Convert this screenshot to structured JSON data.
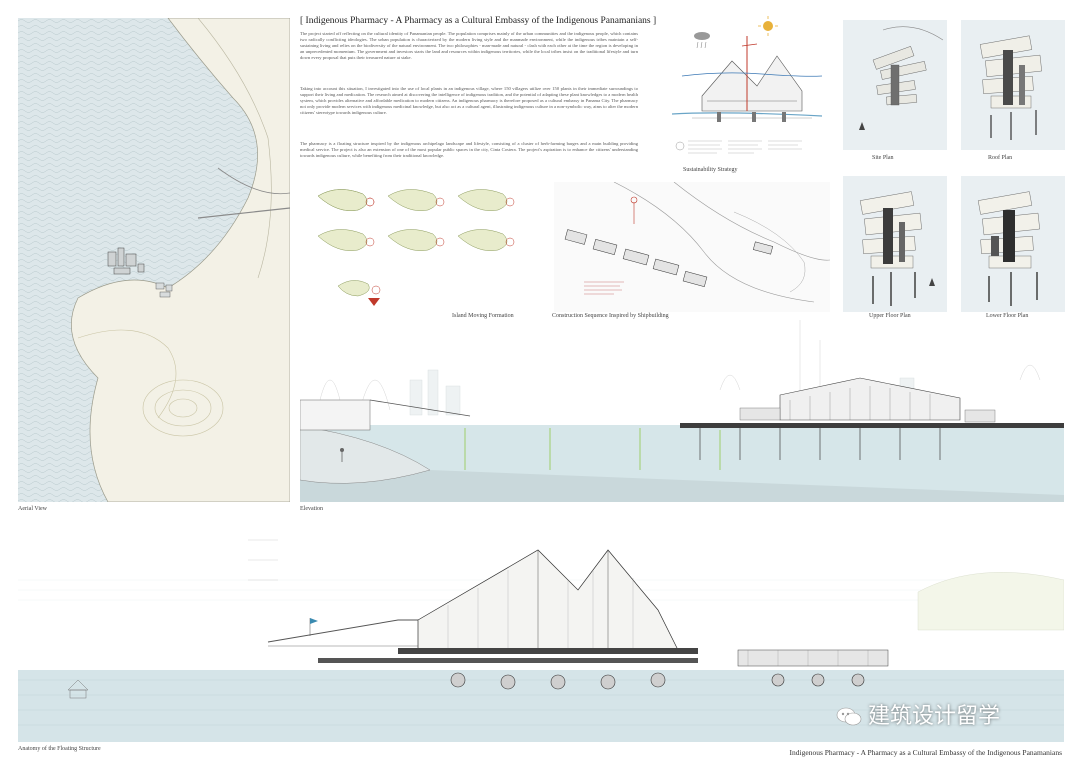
{
  "board": {
    "title": "[ Indigenous Pharmacy - A Pharmacy as a Cultural Embassy of the Indigenous Panamanians ]",
    "paragraphs": [
      "The project started off reflecting on the cultural identity of Panamanian people. The population comprises mainly of the urban communities and the indigenous people, which contains two radically conflicting ideologies. The urban population is characterized by the modern living style and the manmade environment, while the indigenous tribes maintain a self-sustaining living and relies on the biodiversity of the natural environment. The two philosophies - man-made and natural - clash with each other at the time the region is developing in an unprecedented momentum. The government and investors starts the land and resources within indigenous territories, while the local tribes insist on the traditional lifestyle and turn down every proposal that puts their treasured nature at stake.",
      "Taking into account this situation, I investigated into the use of local plants in an indigenous village, where 150 villagers utilize over 150 plants in their immediate surroundings to support their living and medication. The research aimed at discovering the intelligence of indigenous tradition, and the potential of adapting these plant knowledges to a modern health system, which provides alternative and affordable medication to modern citizens. An indigenous pharmacy is therefore proposed as a cultural embassy in Panama City. The pharmacy not only provide modern services with indigenous medicinal knowledge, but also act as a cultural agent, illustrating indigenous culture in a non-symbolic way, aims to alter the modern citizens' stereotype towards indigenous culture.",
      "The pharmacy is a floating structure inspired by the indigenous archipelago landscape and lifestyle, consisting of a cluster of herb-farming barges and a main building providing medical service. The project is also an extension of one of the most popular public spaces in the city, Cinta Costera. The project's aspiration is to enhance the citizens' understanding towards indigenous culture, while benefiting from their traditional knowledge."
    ],
    "captions": {
      "aerial": "Aerial View",
      "sustainability": "Sustainability Strategy",
      "site_plan": "Site Plan",
      "roof_plan": "Roof Plan",
      "island": "Island Moving Formation",
      "construction": "Construction Sequence Inspired by Shipbuilding",
      "upper_floor": "Upper Floor Plan",
      "lower_floor": "Lower Floor Plan",
      "elevation": "Elevation",
      "anatomy": "Anatomy of the Floating Structure"
    },
    "footer": "Indigenous Pharmacy - A Pharmacy as a Cultural Embassy of the Indigenous Panamanians",
    "watermark": "建筑设计留学",
    "colors": {
      "water": "#dfeaed",
      "paper": "#ffffff",
      "accent_red": "#c0392b",
      "accent_yellow": "#e8b13a",
      "line": "#6b6b6b"
    }
  }
}
